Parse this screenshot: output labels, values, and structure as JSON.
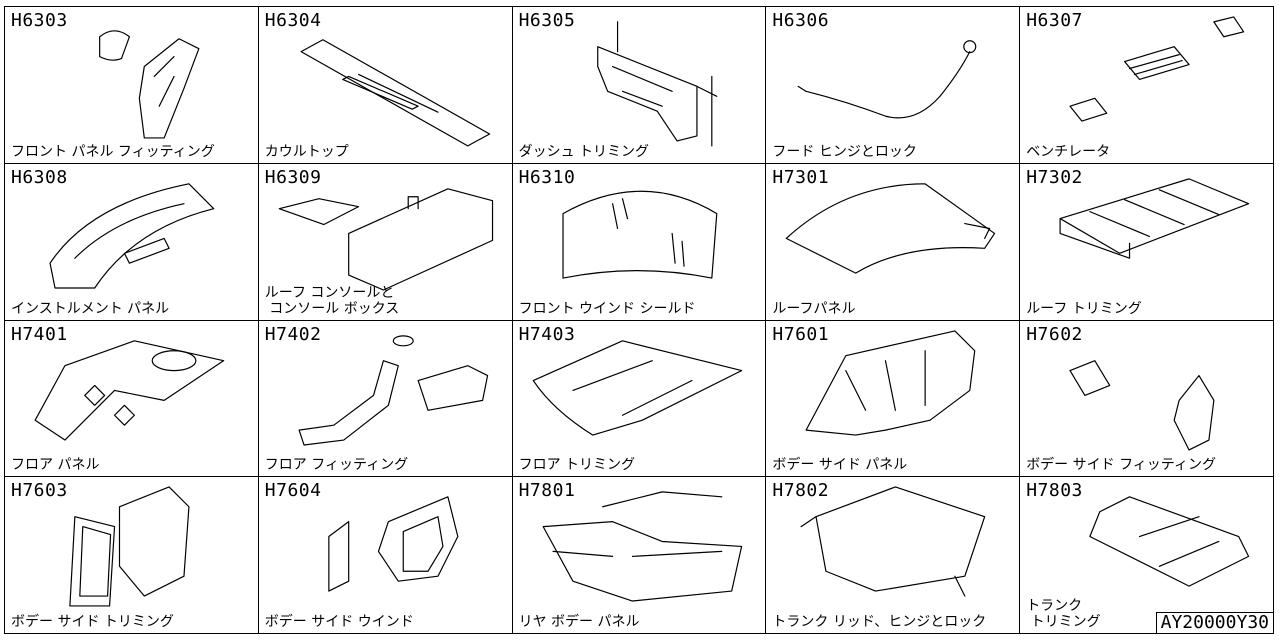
{
  "diagram_id": "AY20000Y30",
  "cells": [
    {
      "code": "H6303",
      "name": "フロント パネル フィッティング",
      "icon": "front-panel-fitting-icon"
    },
    {
      "code": "H6304",
      "name": "カウルトップ",
      "icon": "cowl-top-icon"
    },
    {
      "code": "H6305",
      "name": "ダッシュ トリミング",
      "icon": "dash-trimming-icon"
    },
    {
      "code": "H6306",
      "name": "フード ヒンジとロック",
      "icon": "hood-hinge-lock-icon"
    },
    {
      "code": "H6307",
      "name": "ベンチレータ",
      "icon": "ventilator-icon"
    },
    {
      "code": "H6308",
      "name": "インストルメント パネル",
      "icon": "instrument-panel-icon"
    },
    {
      "code": "H6309",
      "name": "ルーフ コンソールと\n コンソール ボックス",
      "icon": "console-box-icon"
    },
    {
      "code": "H6310",
      "name": "フロント ウインド シールド",
      "icon": "windshield-icon"
    },
    {
      "code": "H7301",
      "name": "ルーフパネル",
      "icon": "roof-panel-icon"
    },
    {
      "code": "H7302",
      "name": "ルーフ トリミング",
      "icon": "roof-trimming-icon"
    },
    {
      "code": "H7401",
      "name": "フロア パネル",
      "icon": "floor-panel-icon"
    },
    {
      "code": "H7402",
      "name": "フロア フィッティング",
      "icon": "floor-fitting-icon"
    },
    {
      "code": "H7403",
      "name": "フロア トリミング",
      "icon": "floor-trimming-icon"
    },
    {
      "code": "H7601",
      "name": "ボデー サイド パネル",
      "icon": "body-side-panel-icon"
    },
    {
      "code": "H7602",
      "name": "ボデー サイド フィッティング",
      "icon": "body-side-fitting-icon"
    },
    {
      "code": "H7603",
      "name": "ボデー サイド トリミング",
      "icon": "body-side-trimming-icon"
    },
    {
      "code": "H7604",
      "name": "ボデー サイド ウインド",
      "icon": "body-side-window-icon"
    },
    {
      "code": "H7801",
      "name": "リヤ ボデー パネル",
      "icon": "rear-body-panel-icon"
    },
    {
      "code": "H7802",
      "name": "トランク リッド、ヒンジとロック",
      "icon": "trunk-lid-icon"
    },
    {
      "code": "H7803",
      "name": "トランク\n トリミング",
      "icon": "trunk-trimming-icon"
    }
  ]
}
